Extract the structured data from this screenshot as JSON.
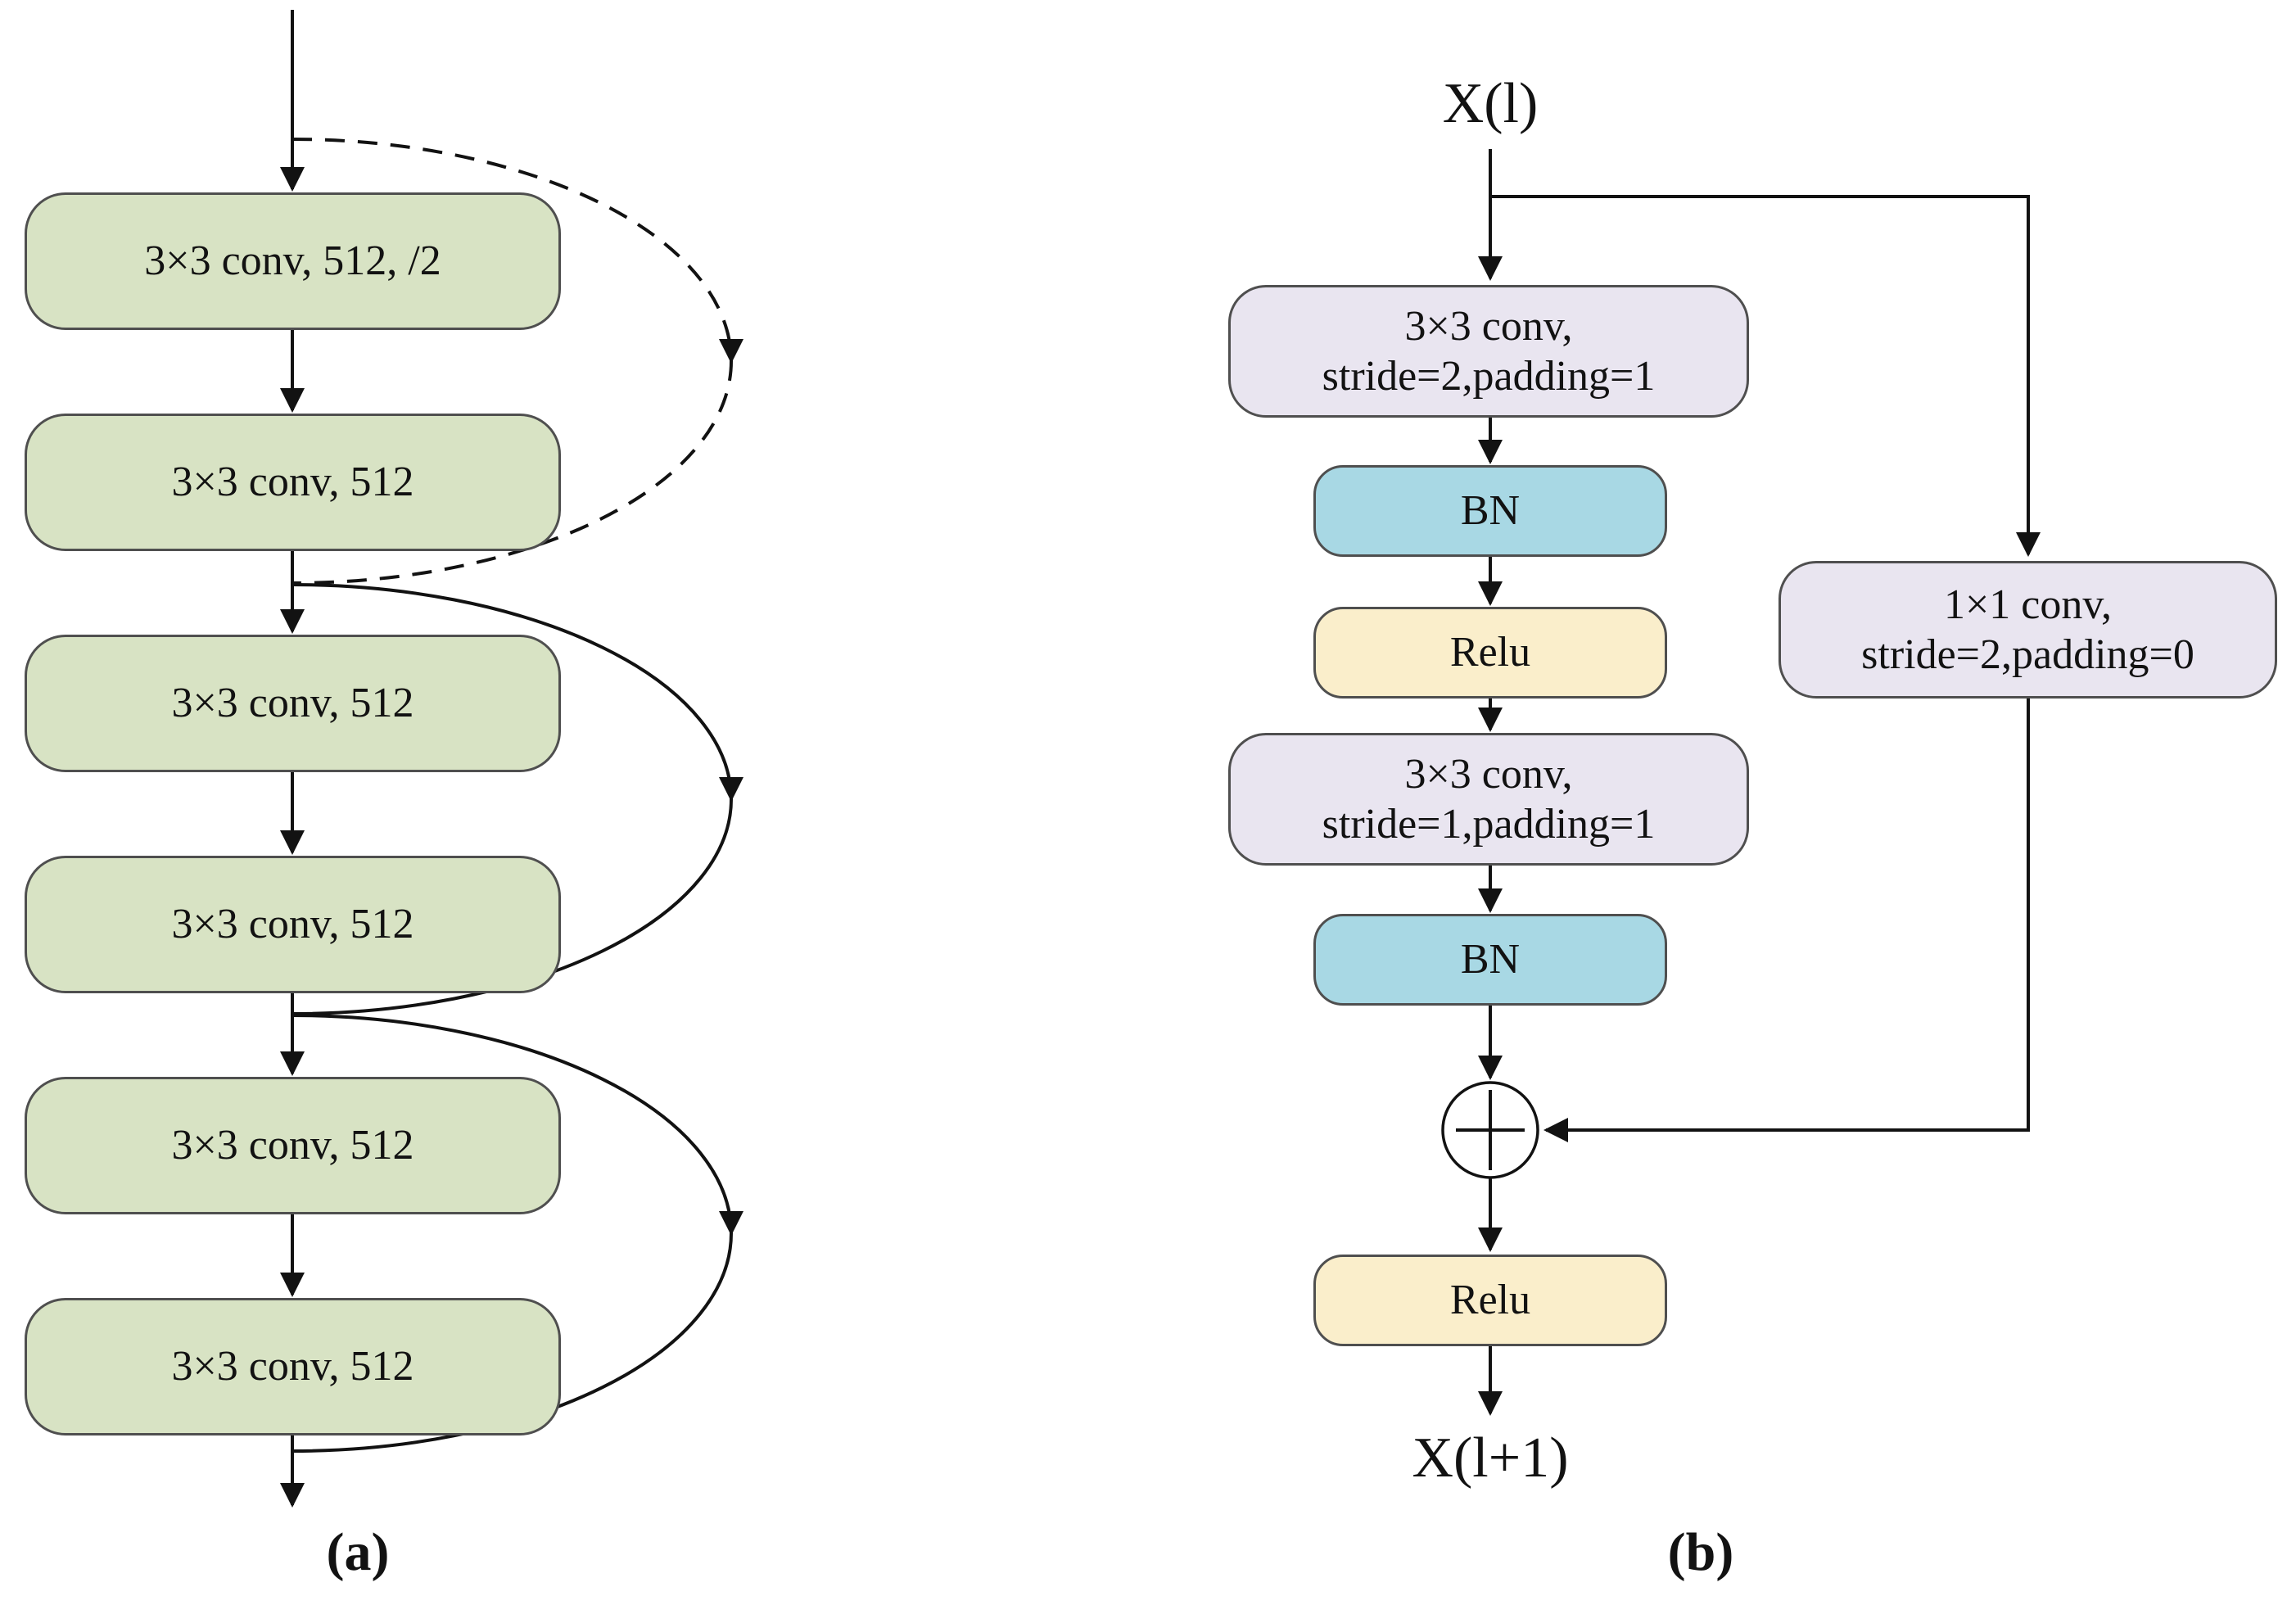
{
  "colors": {
    "background": "#ffffff",
    "text": "#121212",
    "connector": "#121212",
    "node_border": "#4f4f4f",
    "conv_green_fill": "#d8e3c4",
    "conv_lavender_fill": "#e9e5f0",
    "bn_fill": "#a8d8e4",
    "relu_fill": "#faeecb",
    "add_fill": "#ffffff"
  },
  "figure": {
    "panel_a": {
      "caption": "(a)",
      "boxes": [
        "3×3 conv, 512, /2",
        "3×3 conv, 512",
        "3×3 conv, 512",
        "3×3 conv, 512",
        "3×3 conv, 512",
        "3×3 conv, 512"
      ]
    },
    "panel_b": {
      "caption": "(b)",
      "input_label": "X(l)",
      "output_label": "X(l+1)",
      "nodes": {
        "conv1": {
          "line1": "3×3 conv,",
          "line2": "stride=2,padding=1"
        },
        "bn1": "BN",
        "relu1": "Relu",
        "conv2": {
          "line1": "3×3 conv,",
          "line2": "stride=1,padding=1"
        },
        "bn2": "BN",
        "add_operator": "+",
        "relu2": "Relu",
        "shortcut_conv": {
          "line1": "1×1 conv,",
          "line2": "stride=2,padding=0"
        }
      }
    }
  }
}
